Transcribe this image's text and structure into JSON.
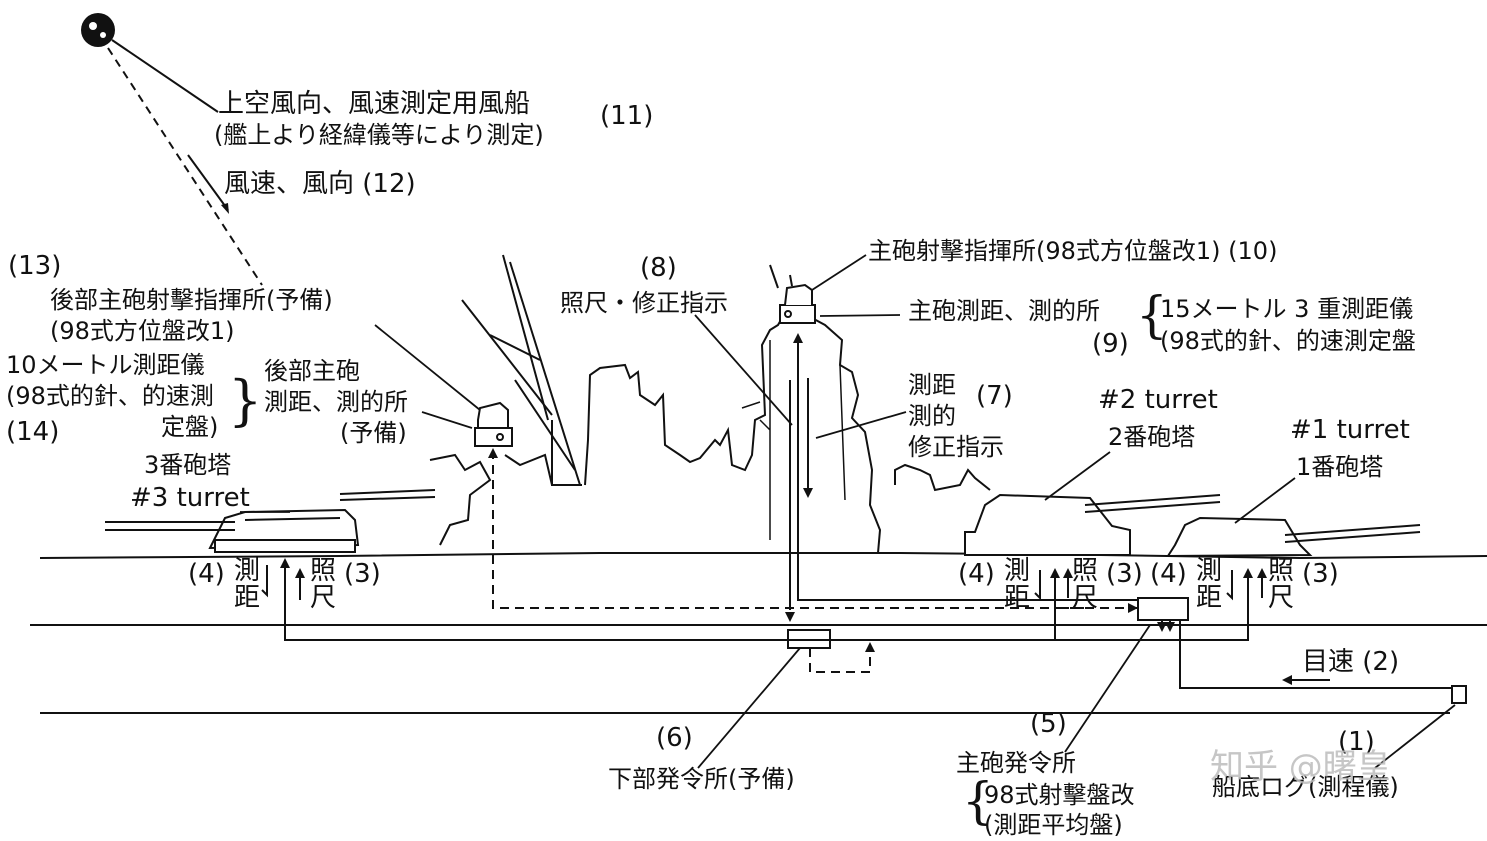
{
  "labels": {
    "balloon_l1": "上空風向、風速測定用風船",
    "balloon_l2": "(艦上より経緯儀等により測定)",
    "balloon_num": "(11)",
    "wind": "風速、風向 (12)",
    "n13": "(13)",
    "aft_dir_l1": "後部主砲射擊指揮所(予備)",
    "aft_dir_l2": "(98式方位盤改1)",
    "rf10_l1": "10メートル測距儀",
    "rf10_l2": "(98式的針、的速測",
    "rf10_l3": "定盤)",
    "n14": "(14)",
    "aft_rf_l1": "後部主砲",
    "aft_rf_l2": "測距、測的所",
    "aft_rf_l3": "(予備)",
    "t3_jp": "3番砲塔",
    "t3_en": "#3 turret",
    "n8": "(8)",
    "sight_corr": "照尺・修正指示",
    "main_dir": "主砲射擊指揮所(98式方位盤改1) (10)",
    "main_rf": "主砲測距、測的所",
    "rf15_l1": "15メートル 3 重測距儀",
    "rf15_l2": "(98式的針、的速測定盤",
    "n9": "(9)",
    "ranging_l1": "測距",
    "ranging_l2": "測的",
    "ranging_l3": "修正指示",
    "n7": "(7)",
    "t2_en": "#2 turret",
    "t2_jp": "2番砲塔",
    "t1_en": "#1 turret",
    "t1_jp": "1番砲塔",
    "n4": "(4)",
    "n3": "(3)",
    "sokkyo_1": "測",
    "sokkyo_2": "距",
    "shoshaku_1": "照",
    "shoshaku_2": "尺",
    "target_speed": "目速 (2)",
    "n6": "(6)",
    "lower_station": "下部発令所(予備)",
    "n5": "(5)",
    "main_station": "主砲発令所",
    "ms_l1": "98式射擊盤改",
    "ms_l2": "(測距平均盤)",
    "n1": "(1)",
    "log": "船底ログ(測程儀)",
    "watermark": "知乎 @曙皇"
  },
  "colors": {
    "ink": "#111111",
    "paper": "#ffffff",
    "watermark": "#bdbdbd"
  }
}
